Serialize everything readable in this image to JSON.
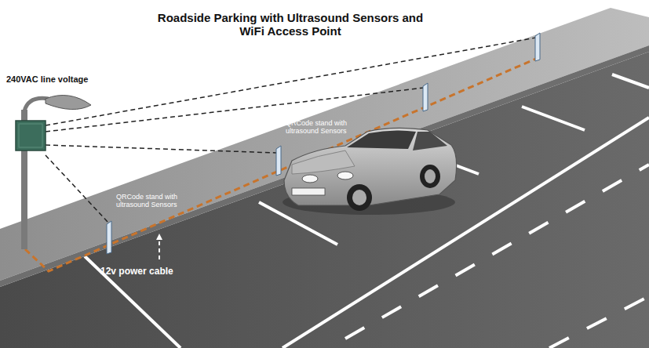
{
  "diagram": {
    "title": "Roadside Parking with Ultrasound Sensors and WiFi Access Point",
    "labels": [
      "240VAC line voltage",
      "WiFi Access Point",
      "QRCode stand with ultrasound Sensors",
      "QRCode stand with ultrasound Sensors",
      "12v power cable"
    ]
  }
}
